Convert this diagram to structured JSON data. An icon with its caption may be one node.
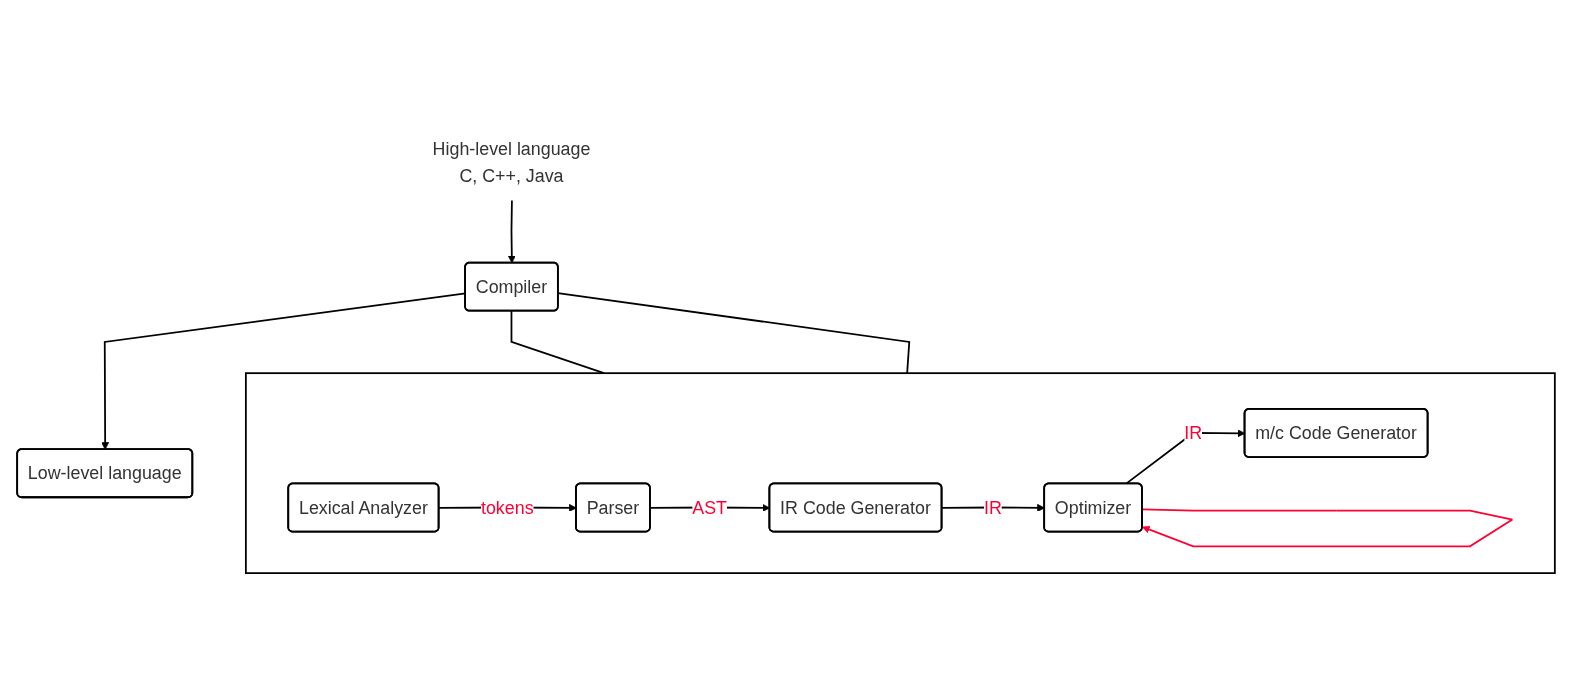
{
  "diagram": {
    "nodes": [
      {
        "text": [
          "High-level language",
          "C, C++, Java"
        ]
      },
      {
        "text": [
          "Compiler"
        ]
      },
      {
        "text": [
          "Low-level language"
        ]
      },
      {
        "text": [],
        "shape": "box"
      },
      {
        "text": [
          "Lexical Analyzer"
        ],
        "in": 3
      },
      {
        "text": [
          "Parser"
        ],
        "in": 3
      },
      {
        "text": [
          "IR Code Generator"
        ],
        "in": 3
      },
      {
        "text": [
          "Optimizer"
        ],
        "in": 3
      },
      {
        "text": [
          "m/c Code Generator"
        ],
        "in": 3
      }
    ],
    "edges": [
      {
        "from": 0,
        "to": 1,
        "arrow": "to"
      },
      {
        "from": 1,
        "to": 2,
        "arrow": "to"
      },
      {
        "from": 1,
        "to": 3,
        "arrow": "none"
      },
      {
        "from": 1,
        "to": 3,
        "arrow": "none"
      },
      {
        "from": 4,
        "to": 5,
        "arrow": "to",
        "label": "tokens"
      },
      {
        "from": 5,
        "to": 6,
        "arrow": "to",
        "label": "AST"
      },
      {
        "from": 6,
        "to": 7,
        "arrow": "to",
        "label": "IR"
      },
      {
        "from": 7,
        "to": 8,
        "arrow": "to",
        "label": "IR"
      },
      {
        "from": 7,
        "to": 7,
        "arrow": "to",
        "color": "#ff0033"
      }
    ]
  }
}
